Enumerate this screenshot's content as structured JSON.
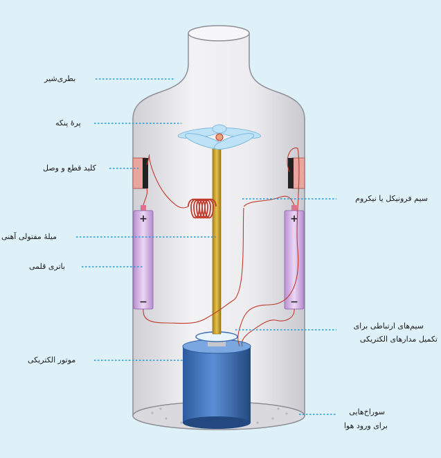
{
  "labels": {
    "bottle": "بطری‌شیر",
    "fan_blade": "پرهٔ پنکه",
    "switch": "کلید قطع و وصل",
    "magnetic_spring": "میلهٔ مفتولی آهنی",
    "pencil_battery": "باتری قلمی",
    "motor": "موتور الکتریکی",
    "nichrome_wire": "سیم فرونیکل یا نیکروم",
    "connecting_wires_1": "سیم‌های ارتباطی برای",
    "connecting_wires_2": "تکمیل مدارهای الکتریکی",
    "air_holes_1": "سوراخ‌هایی",
    "air_holes_2": "برای ورود هوا"
  },
  "battery_signs": {
    "plus": "+",
    "minus": "−"
  },
  "colors": {
    "background": "#dff1f8",
    "bottle": "#e9e9ec",
    "bottle_stroke": "#8e8e96",
    "leader": "#1e9bd7",
    "wire": "#c0392b",
    "battery": "#d7b7e6",
    "switch": "#e9a6a0",
    "motor": "#3d6fb3",
    "rod": "#d4a52a"
  }
}
